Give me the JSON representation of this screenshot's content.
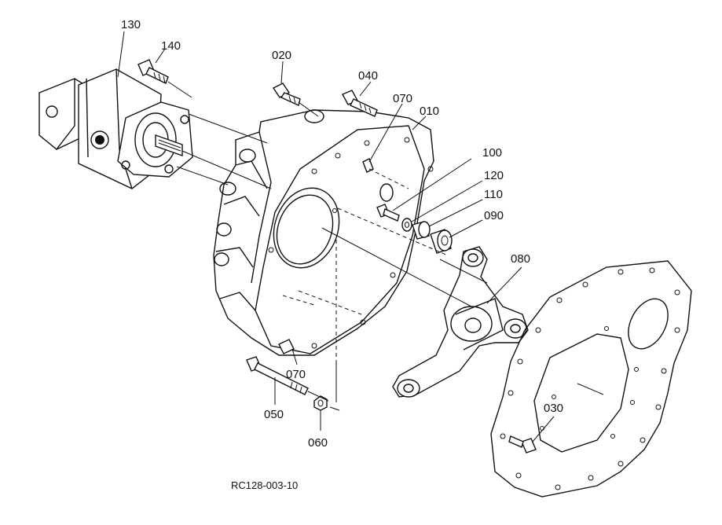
{
  "labels": {
    "p130": "130",
    "p140": "140",
    "p020": "020",
    "p040": "040",
    "p070a": "070",
    "p010": "010",
    "p100": "100",
    "p120": "120",
    "p110": "110",
    "p090": "090",
    "p080": "080",
    "p070b": "070",
    "p050": "050",
    "p060": "060",
    "p030": "030"
  },
  "doc_ref": "RC128-003-10"
}
